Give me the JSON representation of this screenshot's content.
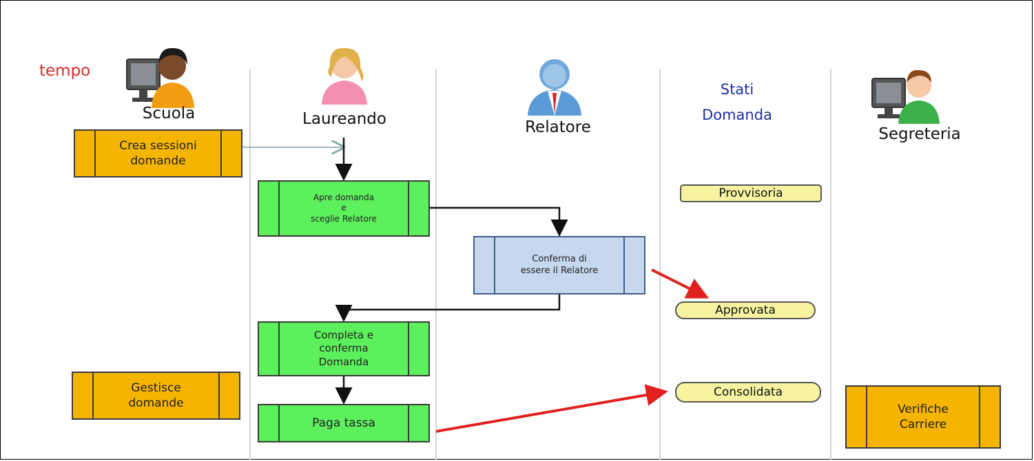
{
  "tempo_label": "tempo",
  "lanes": {
    "scuola": "Scuola",
    "laureando": "Laureando",
    "relatore": "Relatore",
    "stati_line1": "Stati",
    "stati_line2": "Domanda",
    "segreteria": "Segreteria"
  },
  "boxes": {
    "crea_sessioni": "Crea sessioni\ndomande",
    "gestisce_domande": "Gestisce\ndomande",
    "apre_domanda": "Apre domanda\ne\nsceglie Relatore",
    "conferma_relatore": "Conferma di\nessere il Relatore",
    "completa_conferma": "Completa e\nconferma\nDomanda",
    "paga_tassa": "Paga tassa",
    "verifiche_carriere": "Verifiche\nCarriere"
  },
  "states": {
    "provvisoria": "Provvisoria",
    "approvata": "Approvata",
    "consolidata": "Consolidata"
  },
  "icons": {
    "scuola": "user-computer-icon",
    "laureando": "female-user-icon",
    "relatore": "businessman-icon",
    "segreteria": "user-computer-icon"
  },
  "colors": {
    "scuola_boxes": "#f5b400",
    "laureando_boxes": "#5df05d",
    "relatore_box": "#c7d7ee",
    "state_pills": "#f7f3a0",
    "tempo": "#d42a2a",
    "stati_title": "#1c2fa8",
    "state_arrows": "#e01f1f"
  }
}
